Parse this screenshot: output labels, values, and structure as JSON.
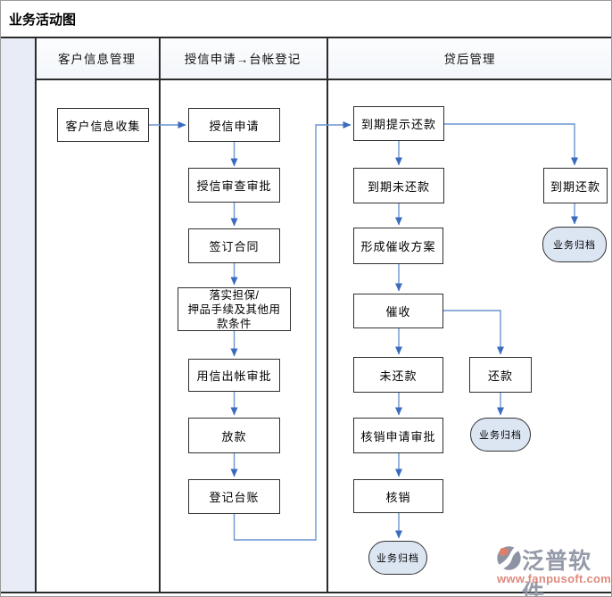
{
  "title": "业务活动图",
  "lanes": [
    {
      "header": "客户信息管理"
    },
    {
      "header": "授信申请→台帐登记"
    },
    {
      "header": "贷后管理"
    }
  ],
  "nodes": {
    "collect_info": "客户信息收集",
    "credit_apply": "授信申请",
    "credit_review": "授信审查审批",
    "sign_contract": "签订合同",
    "guarantee": "落实担保/\n押品手续及其他用\n款条件",
    "disb_approval": "用信出帐审批",
    "loan_release": "放款",
    "register_ledger": "登记台账",
    "due_reminder": "到期提示还款",
    "due_unpaid": "到期未还款",
    "due_repaid": "到期还款",
    "collection_plan": "形成催收方案",
    "collection": "催收",
    "unpaid": "未还款",
    "repaid": "还款",
    "writeoff_approval": "核销申请审批",
    "writeoff": "核销",
    "archive": "业务归档"
  },
  "watermark": {
    "brand": "泛普软件",
    "url": "www.fanpusoft.com"
  },
  "colors": {
    "flow_line": "#6b93d0",
    "arrow_head": "#3a6bbf",
    "oval_fill": "#dce6f3",
    "lane_strip": "#e7ecf7"
  }
}
